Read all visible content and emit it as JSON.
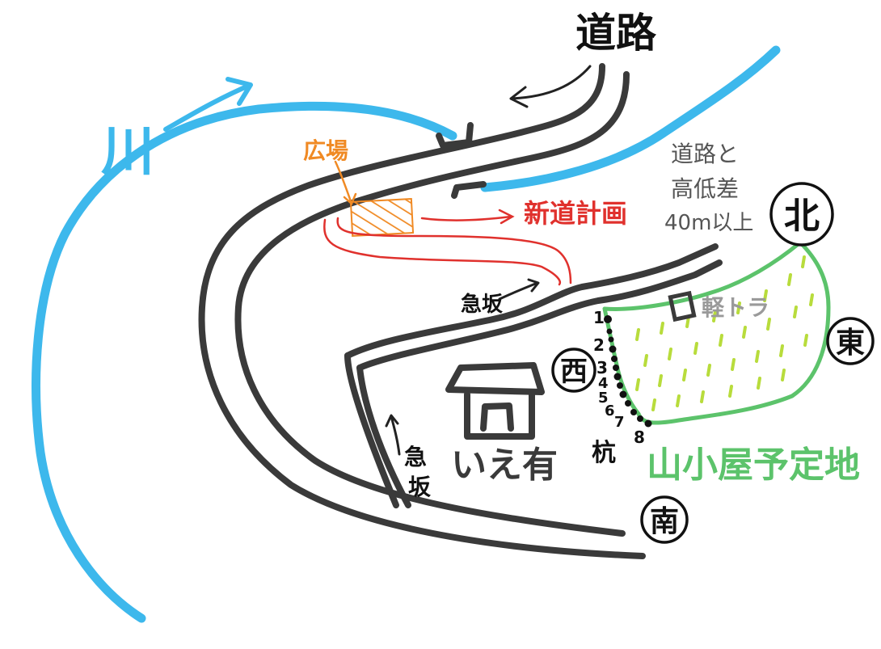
{
  "labels": {
    "river": "川",
    "road": "道路",
    "plaza": "広場",
    "new_road_plan": "新道計画",
    "height_diff_line1": "道路と",
    "height_diff_line2": "高低差",
    "height_diff_line3": "40m以上",
    "steep_slope_upper": "急坂",
    "steep_slope_lower_1": "急",
    "steep_slope_lower_2": "坂",
    "house": "いえ有",
    "light_truck": "軽トラ",
    "stakes": "杭",
    "hut_site": "山小屋予定地"
  },
  "compass": {
    "north": "北",
    "east": "東",
    "south": "南",
    "west": "西"
  },
  "stake_numbers": [
    "1",
    "2",
    "3",
    "4",
    "5",
    "6",
    "7",
    "8"
  ],
  "colors": {
    "river": "#3db8ec",
    "road": "#3a3a3a",
    "plaza": "#f08a24",
    "new_road_plan": "#e0312d",
    "hut_site_border": "#5cc36b",
    "grass": "#b8dc3c",
    "text": "#111111",
    "height_diff_text": "#555555",
    "light_truck_text": "#9a9a9a"
  }
}
